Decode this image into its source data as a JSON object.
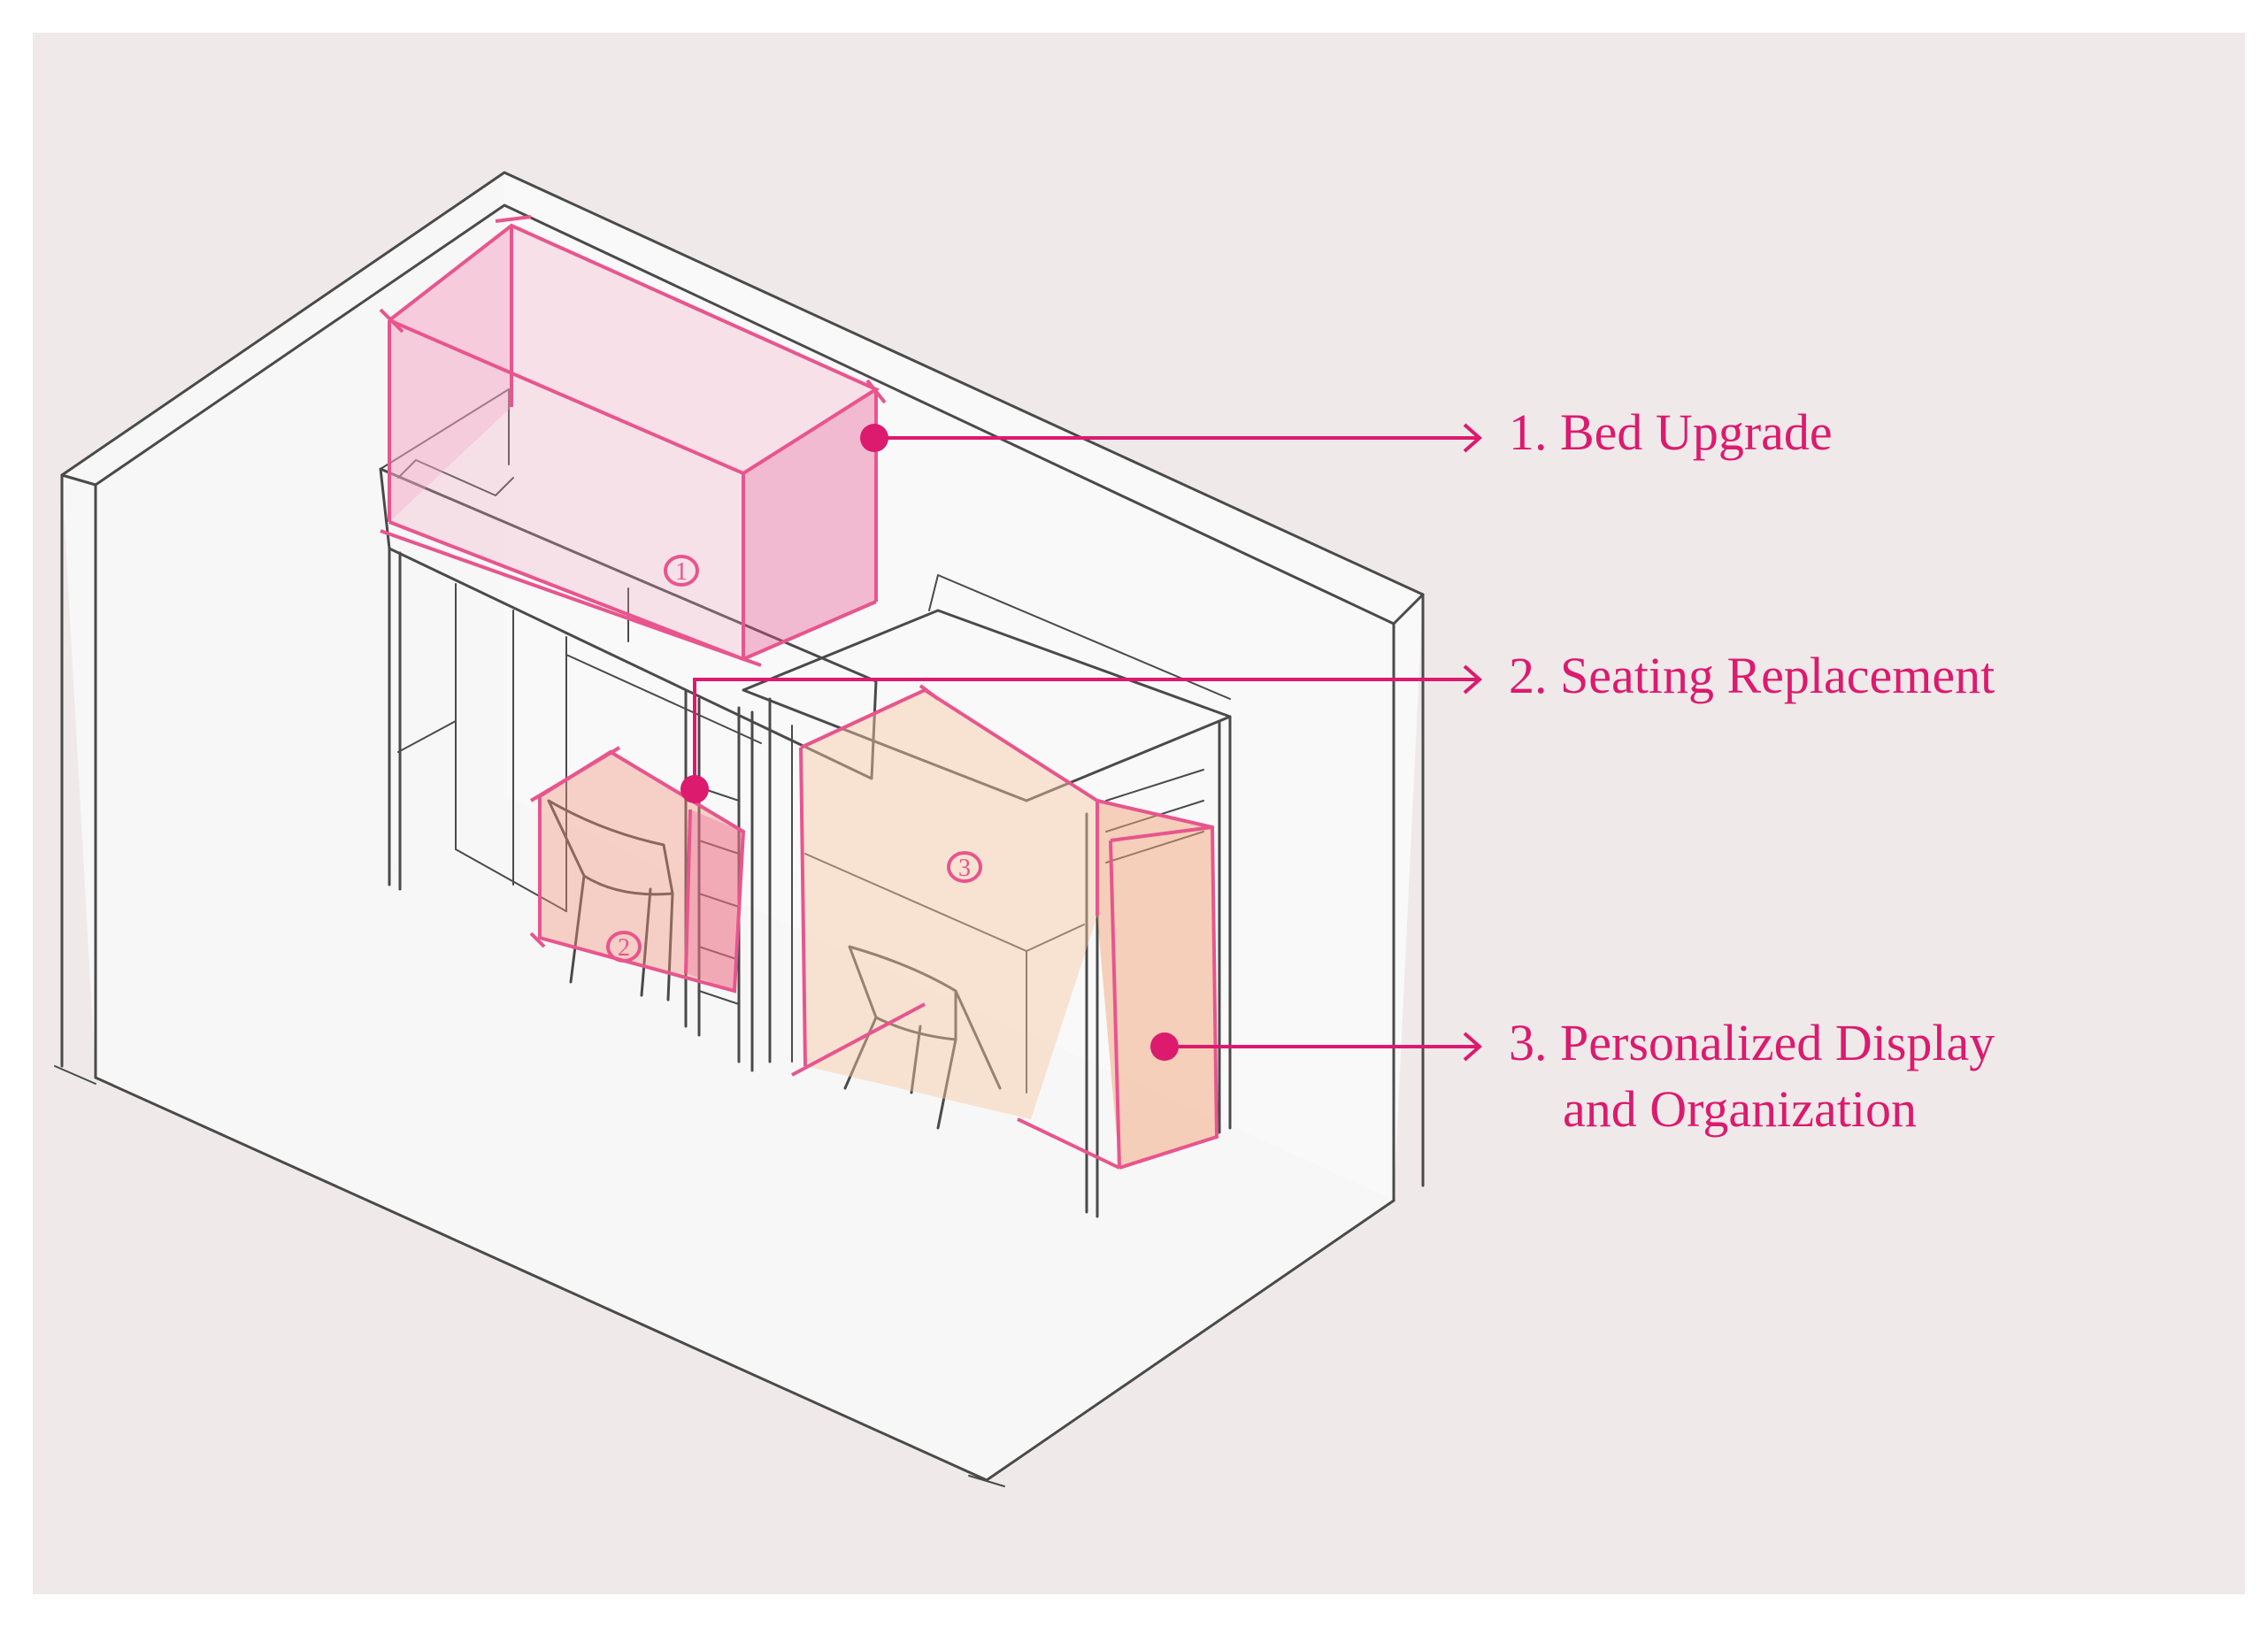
{
  "colors": {
    "background": "#efe9ea",
    "accent": "#dc1a6e",
    "zone_pink": "#f4a6c3",
    "zone_coral": "#f3907e",
    "zone_peach": "#f7c7a3"
  },
  "callouts": [
    {
      "number": "1",
      "text": "1. Bed Upgrade"
    },
    {
      "number": "2",
      "text": "2. Seating Replacement"
    },
    {
      "number": "3",
      "text": "3. Personalized Display",
      "text_line2": "and Organization"
    }
  ]
}
